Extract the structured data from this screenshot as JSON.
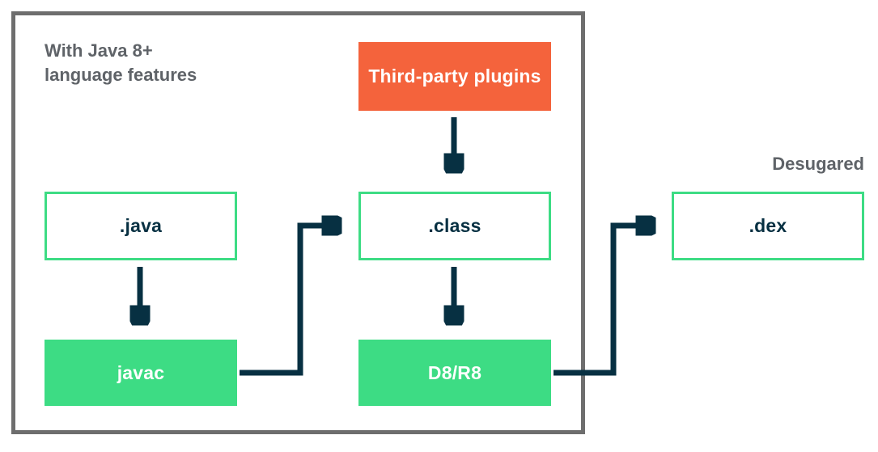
{
  "diagram": {
    "annotation_line1": "With Java 8+",
    "annotation_line2": "language features",
    "desugared_label": "Desugared",
    "nodes": {
      "third_party": "Third-party plugins",
      "java_file": ".java",
      "class_file": ".class",
      "dex_file": ".dex",
      "javac": "javac",
      "d8r8": "D8/R8"
    },
    "colors": {
      "accent_orange": "#f4633c",
      "accent_green": "#3ddc84",
      "arrow_navy": "#073042",
      "text_gray": "#5f6368",
      "frame_gray": "#6e6e6e"
    }
  }
}
